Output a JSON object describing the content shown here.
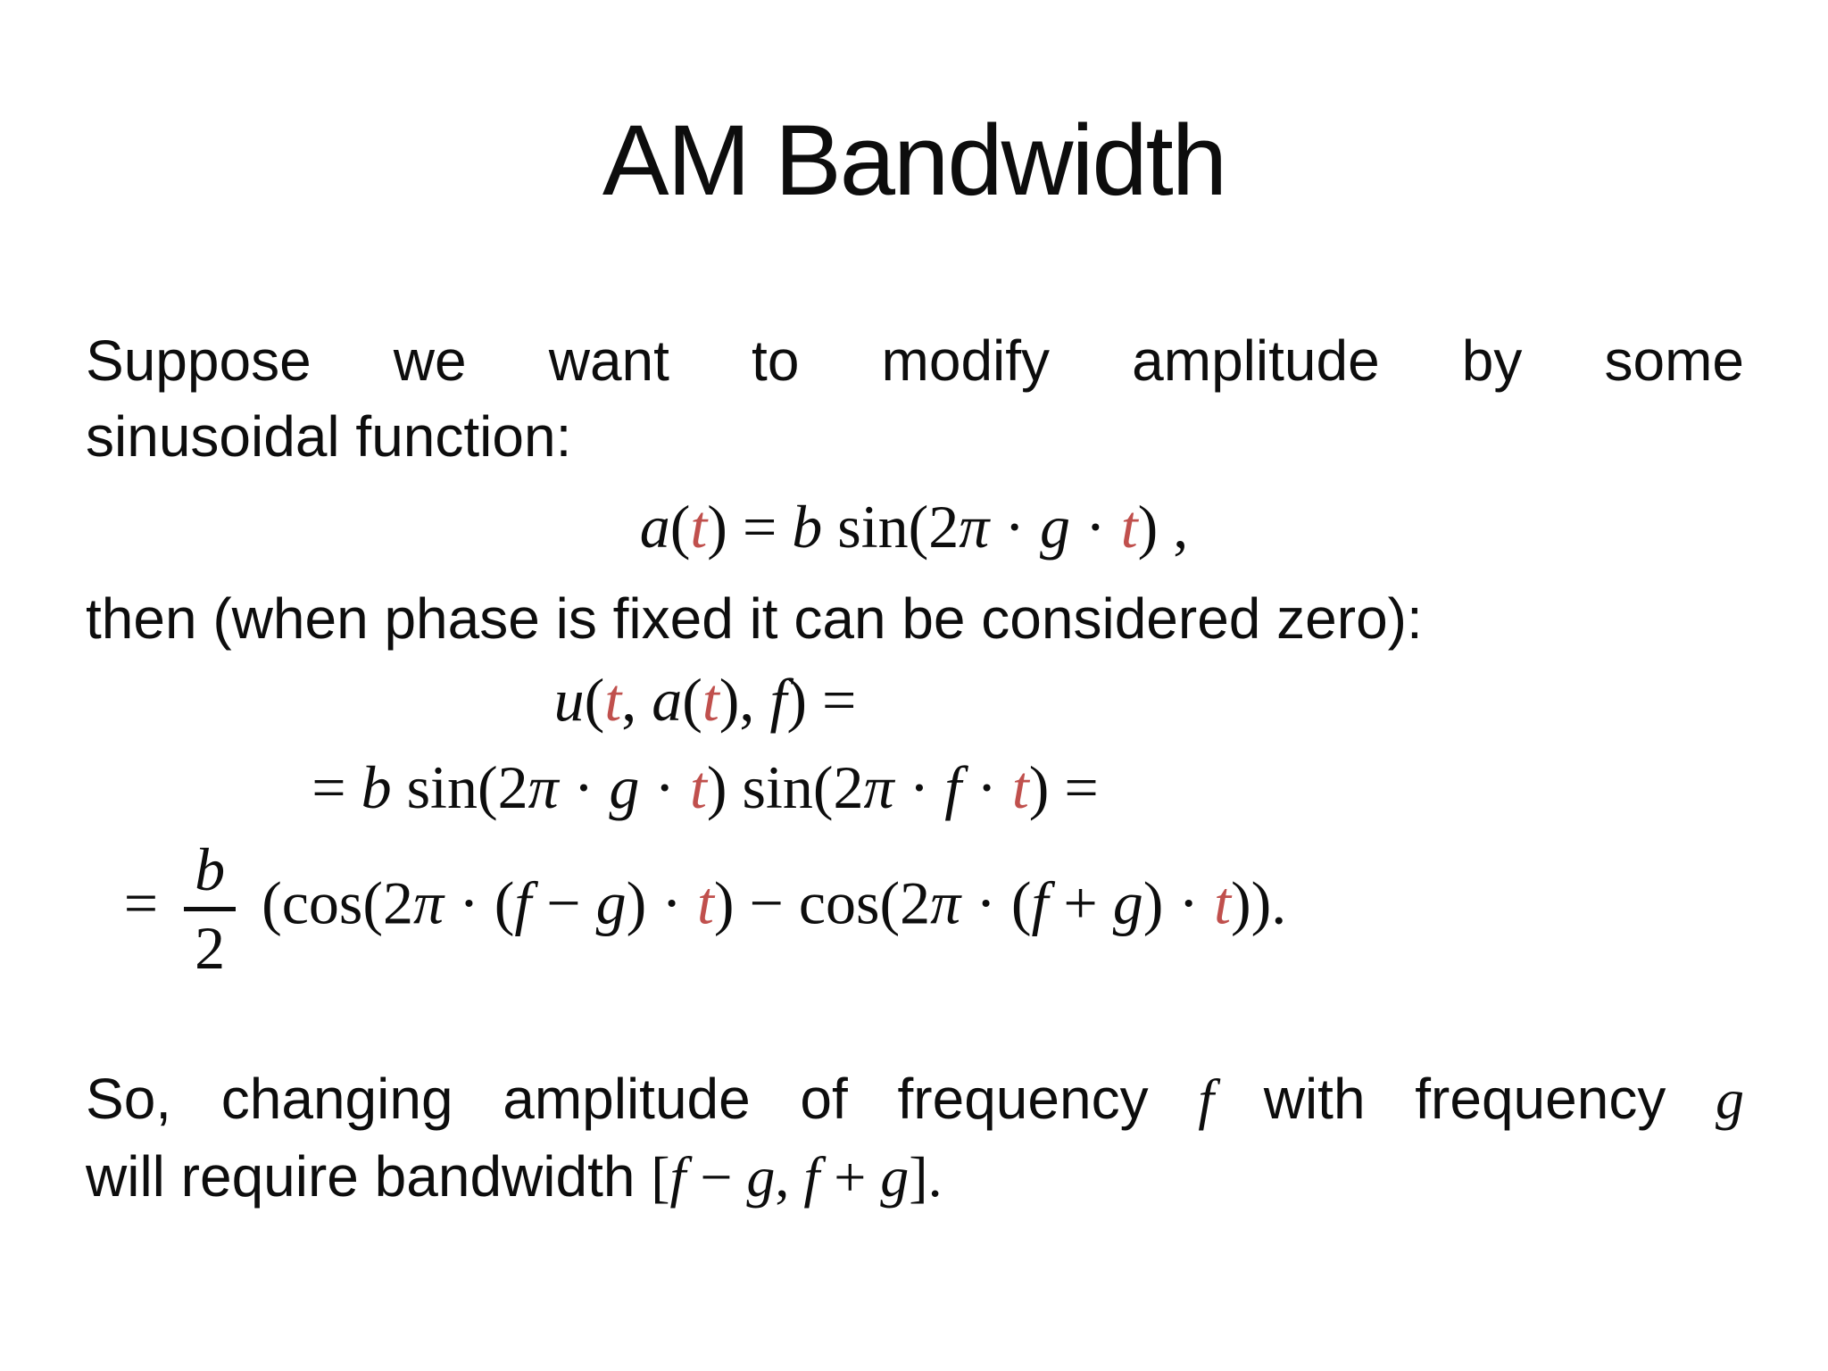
{
  "slide": {
    "title": "AM Bandwidth",
    "colors": {
      "accent_red": "#c0504d",
      "text": "#0d0d0d",
      "background": "#ffffff"
    },
    "paragraph1": {
      "line1": "Suppose we want to modify amplitude by some",
      "line2": "sinusoidal function:"
    },
    "formula1": {
      "plain_text": "a(t) = b sin(2π · g · t) ,",
      "segments": [
        {
          "s": "it",
          "t": "a"
        },
        {
          "s": "up",
          "t": "("
        },
        {
          "s": "rt",
          "t": "t"
        },
        {
          "s": "up",
          "t": ") = "
        },
        {
          "s": "it",
          "t": "b"
        },
        {
          "s": "up",
          "t": " sin(2"
        },
        {
          "s": "it",
          "t": "π"
        },
        {
          "s": "up",
          "t": " · "
        },
        {
          "s": "it",
          "t": "g"
        },
        {
          "s": "up",
          "t": " · "
        },
        {
          "s": "rt",
          "t": "t"
        },
        {
          "s": "up",
          "t": ") ,"
        }
      ]
    },
    "paragraph2": {
      "line1": "then (when phase is fixed it can be considered zero):"
    },
    "formula2": {
      "plain_text": "u(t, a(t), f) =",
      "segments": [
        {
          "s": "it",
          "t": "u"
        },
        {
          "s": "up",
          "t": "("
        },
        {
          "s": "rt",
          "t": "t"
        },
        {
          "s": "up",
          "t": ", "
        },
        {
          "s": "it",
          "t": "a"
        },
        {
          "s": "up",
          "t": "("
        },
        {
          "s": "rt",
          "t": "t"
        },
        {
          "s": "up",
          "t": "), "
        },
        {
          "s": "it",
          "t": "f"
        },
        {
          "s": "up",
          "t": ") ="
        }
      ]
    },
    "formula3": {
      "plain_text": "= b sin(2π · g · t) sin(2π · f · t) =",
      "segments": [
        {
          "s": "up",
          "t": "= "
        },
        {
          "s": "it",
          "t": "b"
        },
        {
          "s": "up",
          "t": " sin(2"
        },
        {
          "s": "it",
          "t": "π"
        },
        {
          "s": "up",
          "t": " · "
        },
        {
          "s": "it",
          "t": "g"
        },
        {
          "s": "up",
          "t": " · "
        },
        {
          "s": "rt",
          "t": "t"
        },
        {
          "s": "up",
          "t": ") sin(2"
        },
        {
          "s": "it",
          "t": "π"
        },
        {
          "s": "up",
          "t": " · "
        },
        {
          "s": "it",
          "t": "f"
        },
        {
          "s": "up",
          "t": " · "
        },
        {
          "s": "rt",
          "t": "t"
        },
        {
          "s": "up",
          "t": ") ="
        }
      ]
    },
    "formula4": {
      "plain_text": "= b/2 (cos(2π · (f − g) · t) − cos(2π · (f + g) · t)).",
      "segments": [
        {
          "s": "up",
          "t": "= "
        },
        {
          "s": "frac",
          "n": "b",
          "d": "2"
        },
        {
          "s": "up",
          "t": " (cos(2"
        },
        {
          "s": "it",
          "t": "π"
        },
        {
          "s": "up",
          "t": " · ("
        },
        {
          "s": "it",
          "t": "f"
        },
        {
          "s": "up",
          "t": " − "
        },
        {
          "s": "it",
          "t": "g"
        },
        {
          "s": "up",
          "t": ") · "
        },
        {
          "s": "rt",
          "t": "t"
        },
        {
          "s": "up",
          "t": ") − cos(2"
        },
        {
          "s": "it",
          "t": "π"
        },
        {
          "s": "up",
          "t": " · ("
        },
        {
          "s": "it",
          "t": "f"
        },
        {
          "s": "up",
          "t": " + "
        },
        {
          "s": "it",
          "t": "g"
        },
        {
          "s": "up",
          "t": ") · "
        },
        {
          "s": "rt",
          "t": "t"
        },
        {
          "s": "up",
          "t": "))."
        }
      ]
    },
    "paragraph3": {
      "plain_text": "So, changing amplitude of frequency f with frequency g will require bandwidth [f − g, f + g].",
      "line1_segments": [
        {
          "s": "tx",
          "t": "So, changing amplitude of frequency "
        },
        {
          "s": "it",
          "t": "f"
        },
        {
          "s": "tx",
          "t": " with frequency "
        },
        {
          "s": "it",
          "t": "g"
        }
      ],
      "line2_segments": [
        {
          "s": "tx",
          "t": "will require bandwidth "
        },
        {
          "s": "up",
          "t": "["
        },
        {
          "s": "it",
          "t": "f"
        },
        {
          "s": "up",
          "t": " − "
        },
        {
          "s": "it",
          "t": "g"
        },
        {
          "s": "up",
          "t": ", "
        },
        {
          "s": "it",
          "t": "f"
        },
        {
          "s": "up",
          "t": " + "
        },
        {
          "s": "it",
          "t": "g"
        },
        {
          "s": "up",
          "t": "]."
        }
      ]
    }
  }
}
